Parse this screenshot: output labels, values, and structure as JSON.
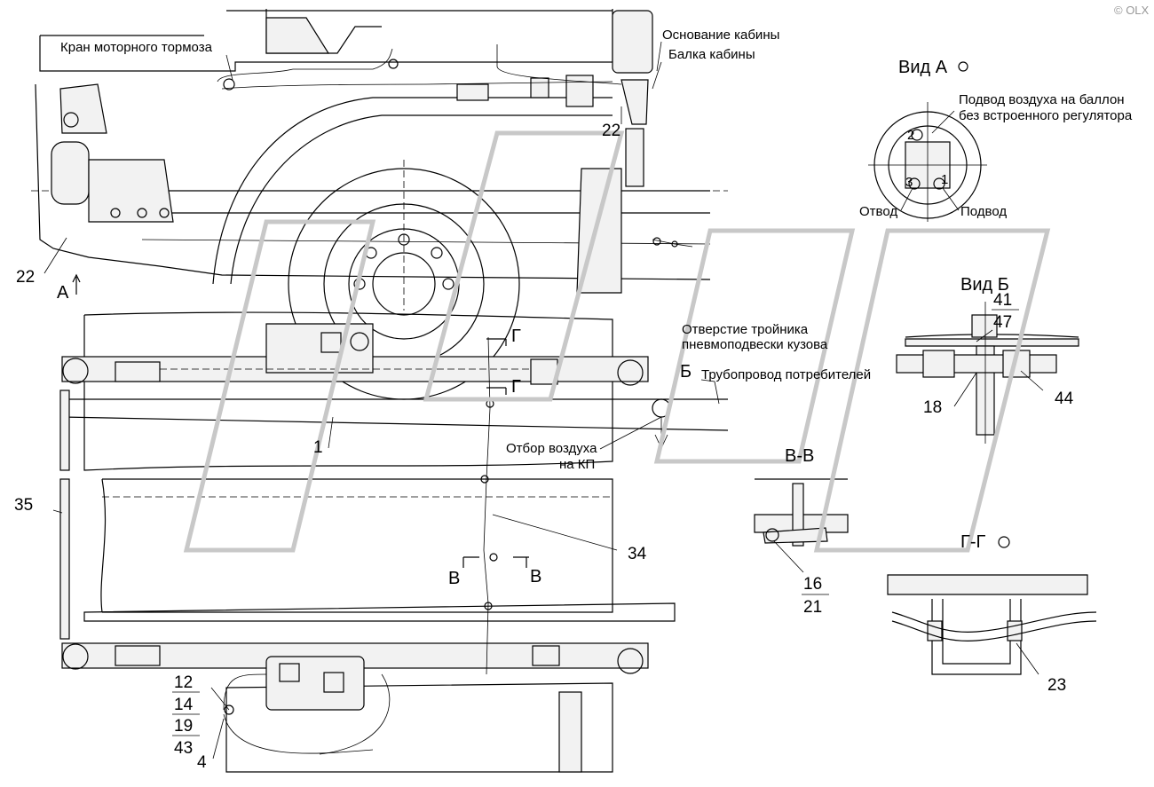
{
  "labels": {
    "kran": "Кран моторного тормоза",
    "osnovanie": "Основание кабины",
    "balka": "Балка кабины",
    "vid_a": "Вид А",
    "podvod_vozduha_1": "Подвод воздуха на баллон",
    "podvod_vozduha_2": "без встроенного регулятора",
    "otvod": "Отвод",
    "podvod": "Подвод",
    "vid_b": "Вид Б",
    "otverstie_1": "Отверстие тройника",
    "otverstie_2": "пневмоподвески кузова",
    "truboprovod": "Трубопровод потребителей",
    "otbor_1": "Отбор воздуха",
    "otbor_2": "на КП",
    "section_vv": "В-В",
    "section_gg": "Г-Г",
    "arrow_a": "А",
    "arrow_b": "Б",
    "arrow_v": "В",
    "arrow_g": "Г",
    "port_1": "1",
    "port_2": "2",
    "port_3": "3",
    "watermark": "© OLX"
  },
  "callouts": {
    "n22a": "22",
    "n22b": "22",
    "n1": "1",
    "n41": "41",
    "n47": "47",
    "n18": "18",
    "n44": "44",
    "n35": "35",
    "n34": "34",
    "n16": "16",
    "n21": "21",
    "n23": "23",
    "n12": "12",
    "n14": "14",
    "n19": "19",
    "n43": "43",
    "n4": "4"
  }
}
